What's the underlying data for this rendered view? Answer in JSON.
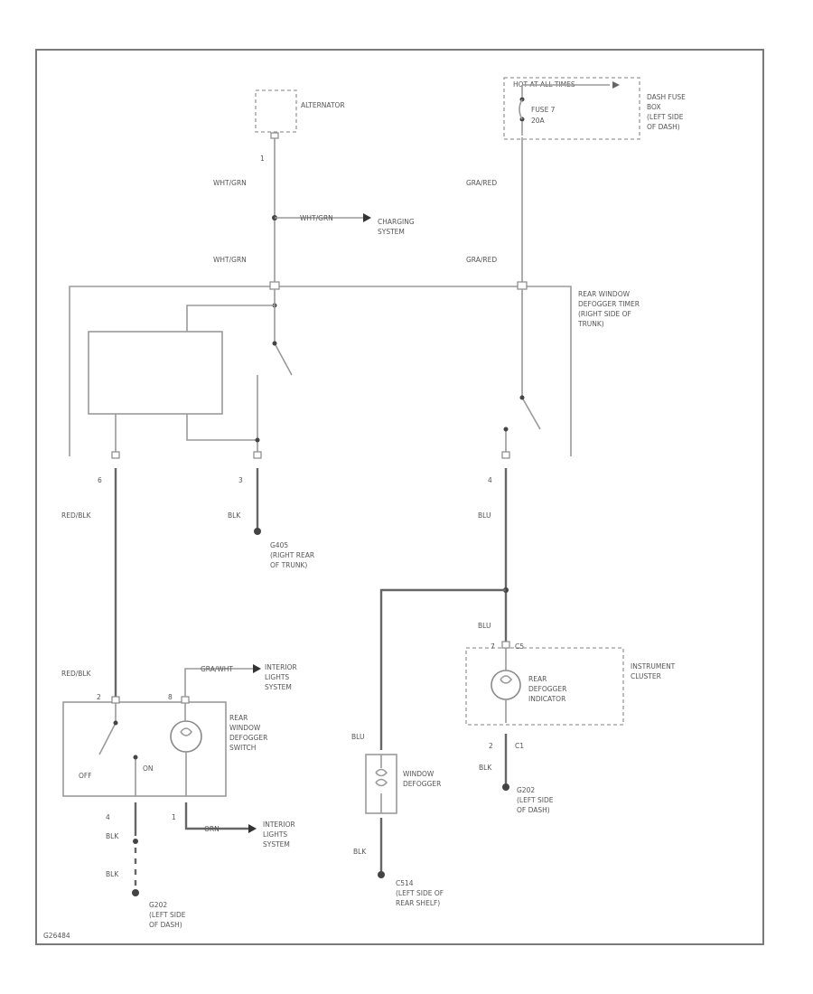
{
  "colors": {
    "green_wire": "#9fe07a",
    "red_wire": "#e88b8b",
    "blue_wire": "#7777ee",
    "orange_wire": "#d7b35a",
    "line_gray": "#9a9a9a"
  },
  "labels": {
    "alternator": "ALTERNATOR",
    "alt_pin": "1",
    "hot": "HOT AT ALL TIMES",
    "fuse1": "FUSE 7",
    "fuse2": "20A",
    "fusebox": [
      "DASH FUSE",
      "BOX",
      "(LEFT SIDE",
      "OF DASH)"
    ],
    "wht_grn_1": "WHT/GRN",
    "wht_grn_2": "WHT/GRN",
    "wht_grn_3": "WHT/GRN",
    "gra_red_1": "GRA/RED",
    "gra_red_2": "GRA/RED",
    "charging": [
      "CHARGING",
      "SYSTEM"
    ],
    "timer": [
      "REAR WINDOW",
      "DEFOGGER TIMER",
      "(RIGHT SIDE OF",
      "TRUNK)"
    ],
    "pin6": "6",
    "pin3": "3",
    "pin4": "4",
    "red_blk_1": "RED/BLK",
    "red_blk_2": "RED/BLK",
    "blk_g": "BLK",
    "g405": [
      "G405",
      "(RIGHT REAR",
      "OF TRUNK)"
    ],
    "blu_1": "BLU",
    "blu_2": "BLU",
    "blu_3": "BLU",
    "ic_pin_a": "2",
    "ic_pin_b": "C1",
    "ic_conn_top": "C5",
    "ic_pin_top": "7",
    "cluster": [
      "INSTRUMENT",
      "CLUSTER"
    ],
    "indicator": [
      "REAR",
      "DEFOGGER",
      "INDICATOR"
    ],
    "blk_cluster": "BLK",
    "g202_right": [
      "G202",
      "(LEFT SIDE",
      "OF DASH)"
    ],
    "gra_wht": "GRA/WHT",
    "ilsys_1": [
      "INTERIOR",
      "LIGHTS",
      "SYSTEM"
    ],
    "switch": [
      "REAR",
      "WINDOW",
      "DEFOGGER",
      "SWITCH"
    ],
    "off": "OFF",
    "on": "ON",
    "sw_pin4": "4",
    "sw_pin1": "1",
    "blk_1": "BLK",
    "blk_2": "BLK",
    "g202_left": [
      "G202",
      "(LEFT SIDE",
      "OF DASH)"
    ],
    "orn": "ORN",
    "ilsys_2": [
      "INTERIOR",
      "LIGHTS",
      "SYSTEM"
    ],
    "wdefog": [
      "WINDOW",
      "DEFOGGER"
    ],
    "blk_defog": "BLK",
    "c514": [
      "C514",
      "(LEFT SIDE OF",
      "REAR SHELF)"
    ],
    "code": "G26484"
  }
}
